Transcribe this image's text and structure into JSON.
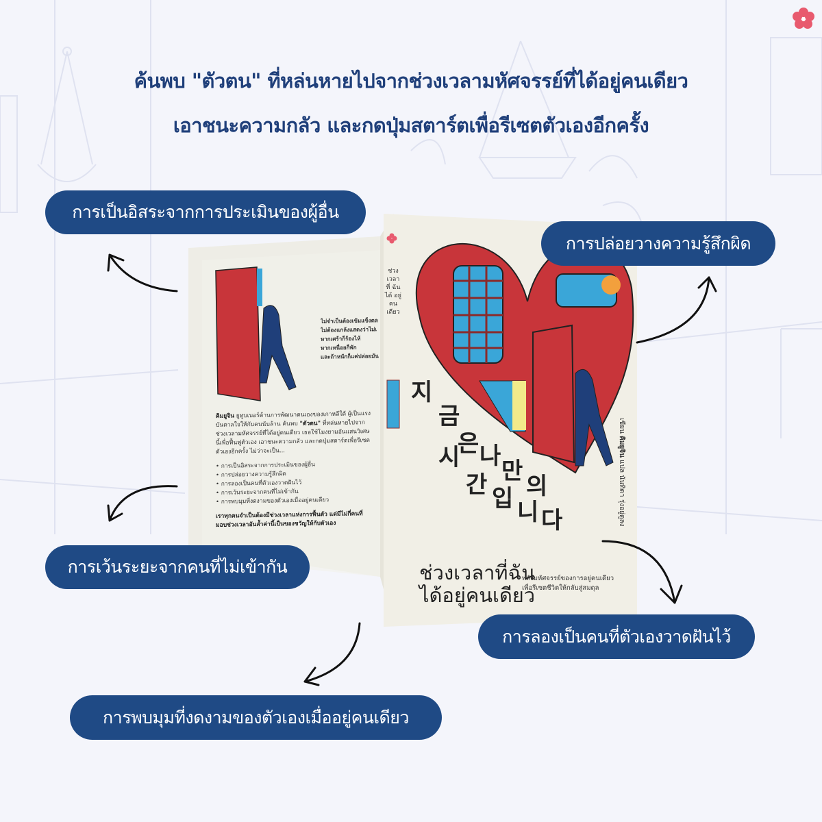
{
  "headline": {
    "line1": "ค้นพบ \"ตัวตน\" ที่หล่นหายไปจากช่วงเวลามหัศจรรย์ที่ได้อยู่คนเดียว",
    "line2": "เอาชนะความกลัว และกดปุ่มสตาร์ตเพื่อรีเซตตัวเองอีกครั้ง"
  },
  "pills": [
    "การเป็นอิสระจากการประเมินของผู้อื่น",
    "การปล่อยวางความรู้สึกผิด",
    "การเว้นระยะจากคนที่ไม่เข้ากัน",
    "การลองเป็นคนที่ตัวเองวาดฝันไว้",
    "การพบมุมที่งดงามของตัวเองเมื่ออยู่คนเดียว"
  ],
  "book": {
    "title_thai_line1": "ช่วงเวลาที่ฉัน",
    "title_thai_line2": "ได้อยู่คนเดียว",
    "title_korean": [
      "지",
      "금",
      "은",
      "나",
      "만",
      "의",
      "시",
      "간",
      "입",
      "니",
      "다"
    ],
    "subtitle_line1": "พลังมหัศจรรย์ของการอยู่คนเดียว",
    "subtitle_line2": "เพื่อรีเซตชีวิตให้กลับสู่สมดุล",
    "author": "คิมยูจิน",
    "author_label": "เขียน",
    "translator_label": "แปล",
    "translator": "นันทิดา รุ่งอยู่ดูลง",
    "spine_title": "ช่วง เวลา ที่ ฉัน ได้ อยู่ คน เดียว",
    "back": {
      "poem": [
        "ไม่จำเป็นต้องเข้มแข็งตล",
        "ไม่ต้องแกล้งแสดงว่าไม่เ",
        "หากเศร้าก็ร้องไห้",
        "หากเหนื่อยก็พัก",
        "และถ้าหนักก็แค่ปล่อยมัน"
      ],
      "intro_bold": "คิมยูจิน",
      "intro": "ยูทูบเบอร์ด้านการพัฒนาตนเองของเกาหลีใต้ ผู้เป็นแรงบันดาลใจให้กับคนนับล้าน ค้นพบ",
      "intro_quote": "\"ตัวตน\"",
      "intro2": "ที่หล่นหายไปจากช่วงเวลามหัศจรรย์ที่ได้อยู่คนเดียว เธอใช้โมงยามอันแสนวิเศษนี้เพื่อฟื้นฟูตัวเอง เอาชนะความกลัว และกดปุ่มสตาร์ตเพื่อรีเซตตัวเองอีกครั้ง ไม่ว่าจะเป็น...",
      "bullets": [
        "การเป็นอิสระจากการประเมินของผู้อื่น",
        "การปล่อยวางความรู้สึกผิด",
        "การลองเป็นคนที่ตัวเองวาดฝันไว้",
        "การเว้นระยะจากคนที่ไม่เข้ากัน",
        "การพบมุมที่งดงามของตัวเองเมื่ออยู่คนเดียว"
      ],
      "closing": "เราทุกคนจำเป็นต้องมีช่วงเวลาแห่งการฟื้นตัว แต่มีไม่กี่คนที่มอบช่วงเวลาอันล้ำค่านี้เป็นของขวัญให้กับตัวเอง"
    }
  },
  "colors": {
    "navy": "#1f4a85",
    "headline": "#1f3f7a",
    "heart": "#c8353a",
    "logo": "#e85a6e",
    "cover": "#f1efe6"
  },
  "icons": [
    "flower-logo-icon",
    "curved-arrow-icon"
  ]
}
